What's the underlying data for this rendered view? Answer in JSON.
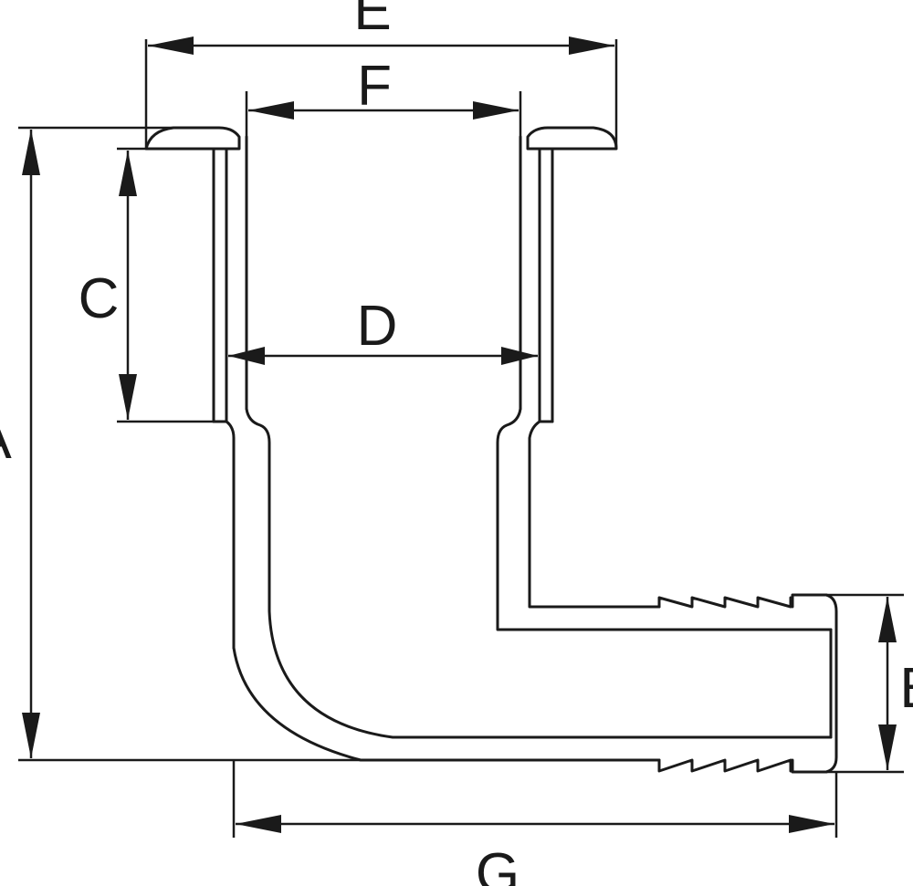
{
  "diagram": {
    "colors": {
      "ink": "#1a1a1a",
      "background": "#ffffff"
    },
    "labels": {
      "A": "A",
      "B": "B",
      "C": "C",
      "D": "D",
      "E": "E",
      "F": "F",
      "G": "G"
    }
  }
}
